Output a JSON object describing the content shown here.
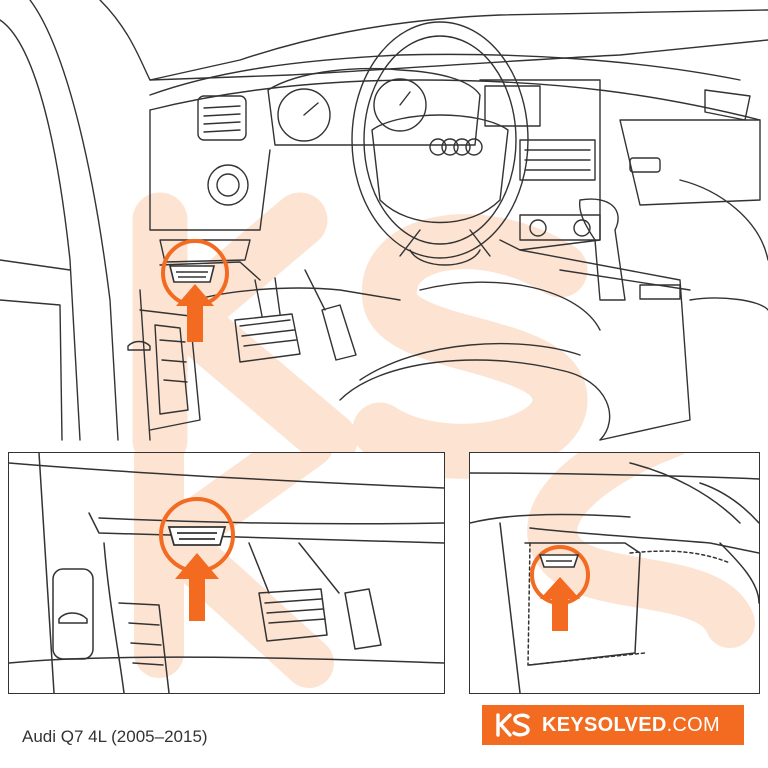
{
  "caption": "Audi Q7 4L (2005–2015)",
  "brand": {
    "name": "KEYSOLVED",
    "suffix": ".COM"
  },
  "colors": {
    "accent": "#f26b21",
    "line": "#333333",
    "watermark": "#fde3d2"
  },
  "icons": [
    "obd-port-icon",
    "arrow-up-icon",
    "hood-release-icon",
    "keysolved-logo-icon"
  ]
}
